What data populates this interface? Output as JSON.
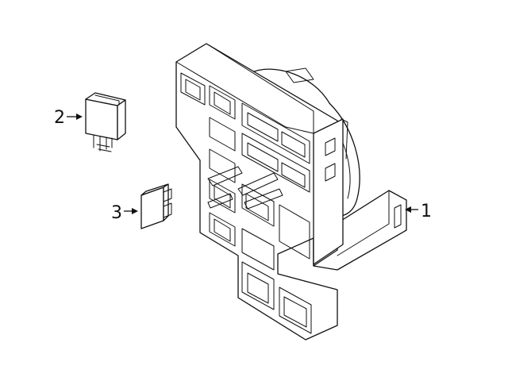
{
  "callouts": [
    {
      "label": "1",
      "part": "fuse-relay-box"
    },
    {
      "label": "2",
      "part": "relay"
    },
    {
      "label": "3",
      "part": "fuse"
    }
  ],
  "colors": {
    "line": "#111111",
    "background": "#ffffff"
  }
}
